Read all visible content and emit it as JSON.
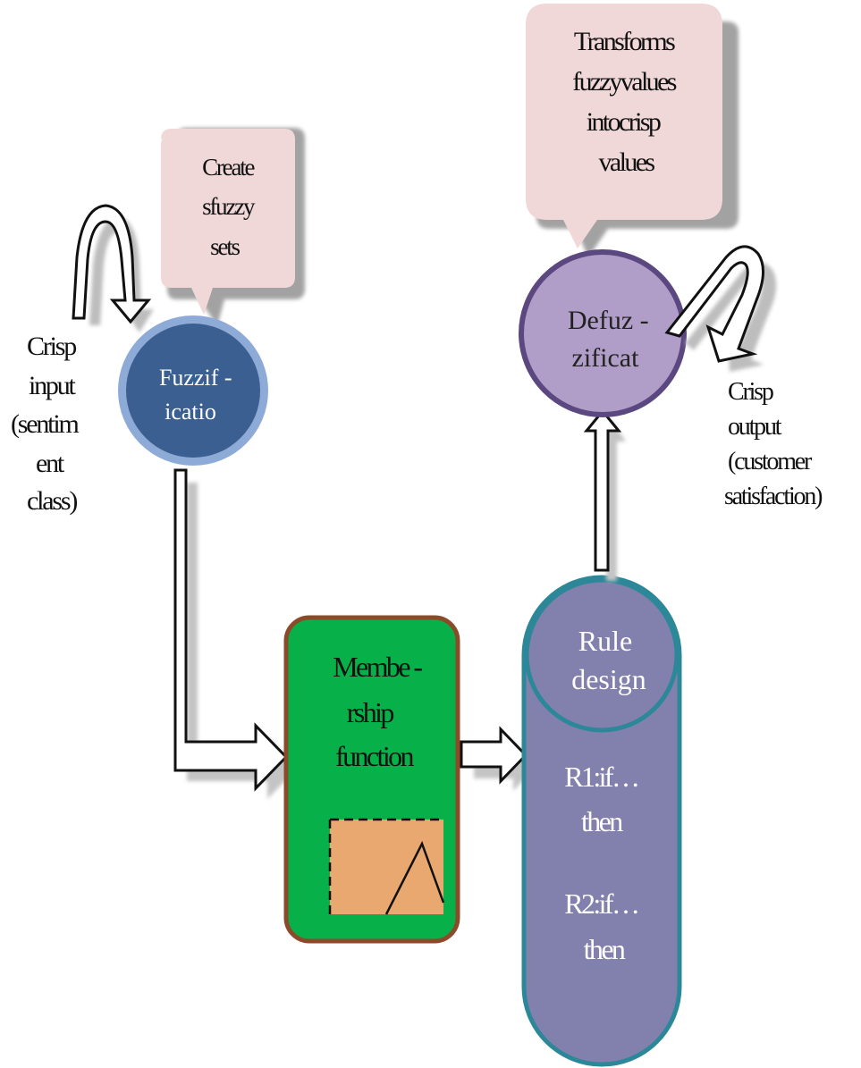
{
  "fuzzification": {
    "circle_lines": [
      "Fuzzif -",
      "icatio"
    ],
    "callout_lines": [
      "Create",
      "sfuzzy",
      "sets"
    ]
  },
  "crisp_input": {
    "lines": [
      "Crisp",
      "input",
      "(sentim",
      "ent",
      "class)"
    ]
  },
  "membership": {
    "lines": [
      "Membe -",
      "rship",
      "function"
    ]
  },
  "rule_design": {
    "title_lines": [
      "Rule",
      "design"
    ],
    "rules": [
      {
        "if_text": "R1:if…",
        "then_text": "then"
      },
      {
        "if_text": "R2:if…",
        "then_text": "then"
      }
    ]
  },
  "defuzzification": {
    "circle_lines": [
      "Defuz -",
      "zificat"
    ],
    "callout_lines": [
      "Transforms",
      "fuzzyvalues",
      "intocrisp",
      "values"
    ]
  },
  "crisp_output": {
    "lines": [
      "Crisp",
      "output",
      "(customer",
      "satisfaction)"
    ]
  },
  "colors": {
    "callout_fill": "#f0d8d8",
    "callout_shadow": "#9a9a9a",
    "fuzz_fill": "#3a5f90",
    "fuzz_ring": "#8eaad6",
    "membership_fill": "#08b04a",
    "membership_border": "#8b4a2a",
    "membership_icon_fill": "#e8a870",
    "rule_fill": "#8280ac",
    "rule_border": "#2c8898",
    "defuzz_fill": "#b09ec8",
    "defuzz_border": "#5c4880"
  }
}
